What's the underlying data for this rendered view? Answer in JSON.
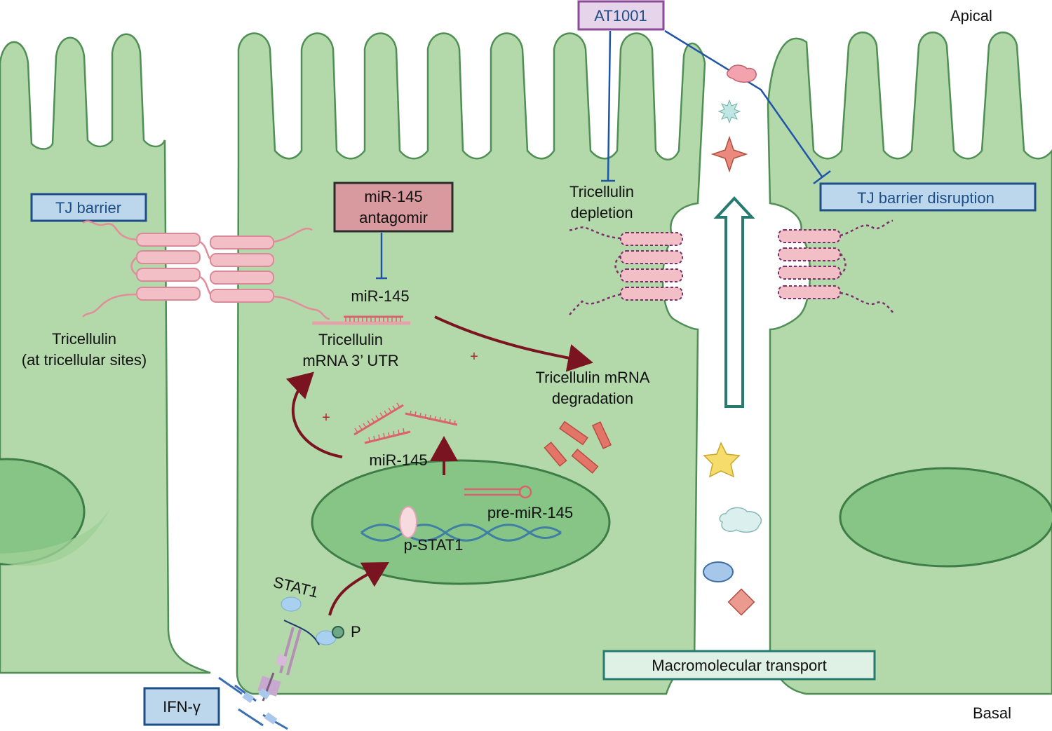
{
  "labels": {
    "apical": "Apical",
    "basal": "Basal",
    "tj_barrier": "TJ barrier",
    "tricellulin_left_1": "Tricellulin",
    "tricellulin_left_2": "(at tricellular sites)",
    "antagomir_1": "miR-145",
    "antagomir_2": "antagomir",
    "mir145_top": "miR-145",
    "utr_1": "Tricellulin",
    "utr_2": "mRNA 3’ UTR",
    "plus_1": "+",
    "plus_2": "+",
    "degradation_1": "Tricellulin mRNA",
    "degradation_2": "degradation",
    "mir145_mid": "miR-145",
    "pre_mir145": "pre-miR-145",
    "pstat1": "p-STAT1",
    "stat1": "STAT1",
    "phospho": "P",
    "ifn": "IFN-γ",
    "at1001": "AT1001",
    "depletion_1": "Tricellulin",
    "depletion_2": "depletion",
    "tj_disruption": "TJ barrier disruption",
    "transport": "Macromolecular transport"
  },
  "colors": {
    "cell_fill": "#b3d9aa",
    "cell_stroke": "#4f8f55",
    "nucleus_fill": "#86c586",
    "pathway_arrow": "#7a1420",
    "inhibition_line": "#1f54a8",
    "antagomir_box": "#d99a9f",
    "at1001_box": "#e6d4ea",
    "transport_box": "#dff0e4",
    "transport_arrow": "#267a6e"
  }
}
